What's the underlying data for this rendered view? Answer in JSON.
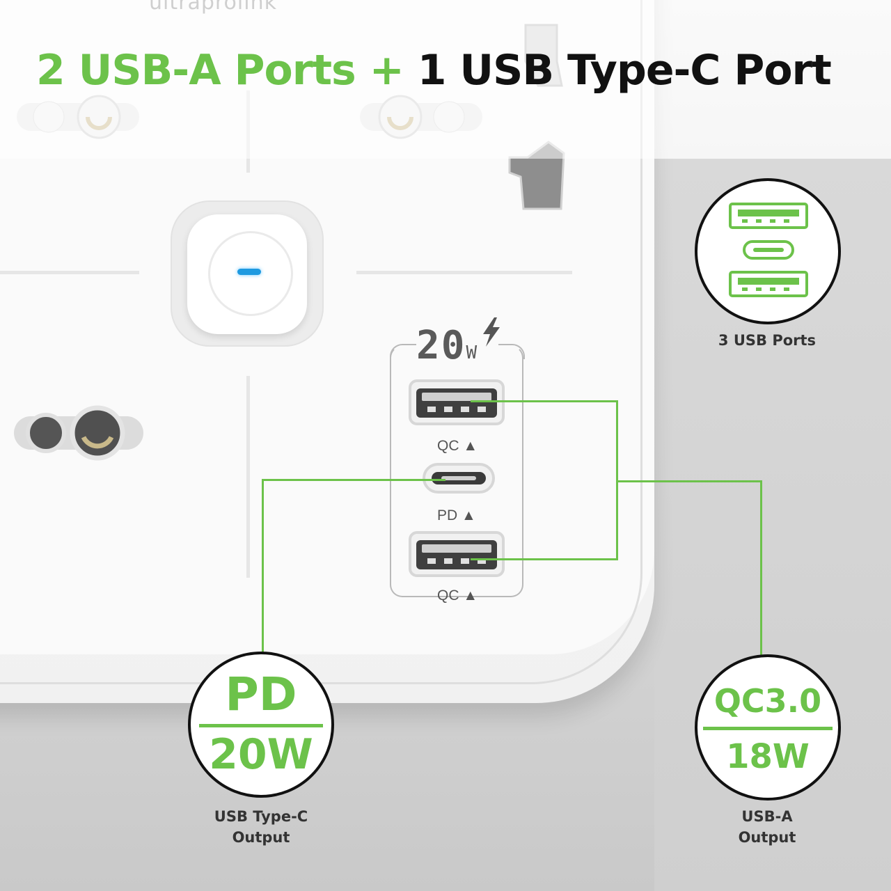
{
  "brand": {
    "logo_text": "ultraprolink"
  },
  "headline": {
    "part1": "2 USB-A Ports + ",
    "part2": "1 USB Type-C Port",
    "accent_color": "#6cc24a",
    "dark_color": "#111111"
  },
  "panel": {
    "wattage": "20",
    "wattage_unit": "W",
    "port_labels": [
      "QC ▲",
      "PD ▲",
      "QC ▲"
    ]
  },
  "usb_icon_badge": {
    "caption": "3 USB Ports"
  },
  "pd_badge": {
    "title": "PD",
    "value": "20W",
    "caption_line1": "USB Type-C",
    "caption_line2": "Output"
  },
  "qc_badge": {
    "title": "QC3.0",
    "value": "18W",
    "caption_line1": "USB-A",
    "caption_line2": "Output"
  }
}
